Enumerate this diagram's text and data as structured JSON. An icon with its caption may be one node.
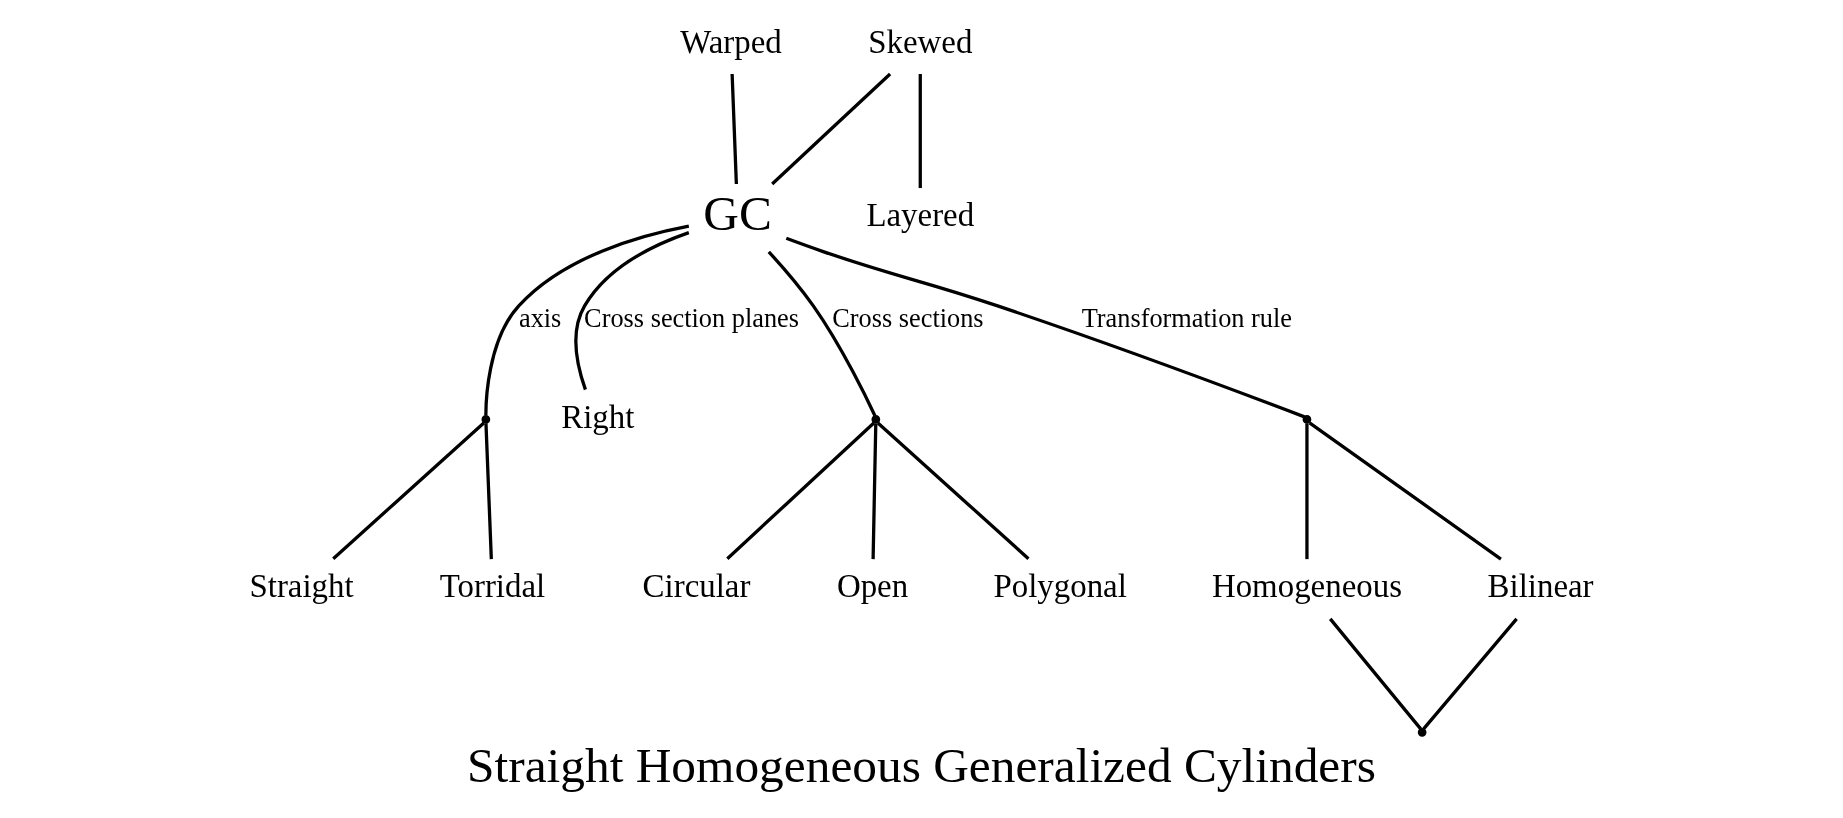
{
  "diagram": {
    "caption": "Straight Homogeneous Generalized Cylinders",
    "nodes": [
      {
        "text": [
          "Warped"
        ]
      },
      {
        "text": [
          "Skewed"
        ]
      },
      {
        "text": [
          "GC"
        ]
      },
      {
        "text": [
          "Layered"
        ]
      },
      {
        "text": [],
        "shape": "point"
      },
      {
        "text": [
          "Straight"
        ]
      },
      {
        "text": [
          "Torridal"
        ]
      },
      {
        "text": [
          "Right"
        ]
      },
      {
        "text": [],
        "shape": "point"
      },
      {
        "text": [
          "Circular"
        ]
      },
      {
        "text": [
          "Open"
        ]
      },
      {
        "text": [
          "Polygonal"
        ]
      },
      {
        "text": [],
        "shape": "point"
      },
      {
        "text": [
          "Homogeneous"
        ]
      },
      {
        "text": [
          "Bilinear"
        ]
      },
      {
        "text": [],
        "shape": "point"
      }
    ],
    "edges": [
      {
        "from": 0,
        "to": 2,
        "arrow": "none"
      },
      {
        "from": 1,
        "to": 2,
        "arrow": "none"
      },
      {
        "from": 1,
        "to": 3,
        "arrow": "none"
      },
      {
        "from": 2,
        "to": 4,
        "arrow": "none",
        "label": "axis"
      },
      {
        "from": 4,
        "to": 5,
        "arrow": "none"
      },
      {
        "from": 4,
        "to": 6,
        "arrow": "none"
      },
      {
        "from": 2,
        "to": 7,
        "arrow": "none",
        "label": "Cross section planes"
      },
      {
        "from": 2,
        "to": 8,
        "arrow": "none",
        "label": "Cross sections"
      },
      {
        "from": 8,
        "to": 9,
        "arrow": "none"
      },
      {
        "from": 8,
        "to": 10,
        "arrow": "none"
      },
      {
        "from": 8,
        "to": 11,
        "arrow": "none"
      },
      {
        "from": 2,
        "to": 12,
        "arrow": "none",
        "label": "Transformation rule"
      },
      {
        "from": 12,
        "to": 13,
        "arrow": "none"
      },
      {
        "from": 12,
        "to": 14,
        "arrow": "none"
      },
      {
        "from": 13,
        "to": 15,
        "arrow": "none"
      },
      {
        "from": 14,
        "to": 15,
        "arrow": "none"
      }
    ]
  }
}
